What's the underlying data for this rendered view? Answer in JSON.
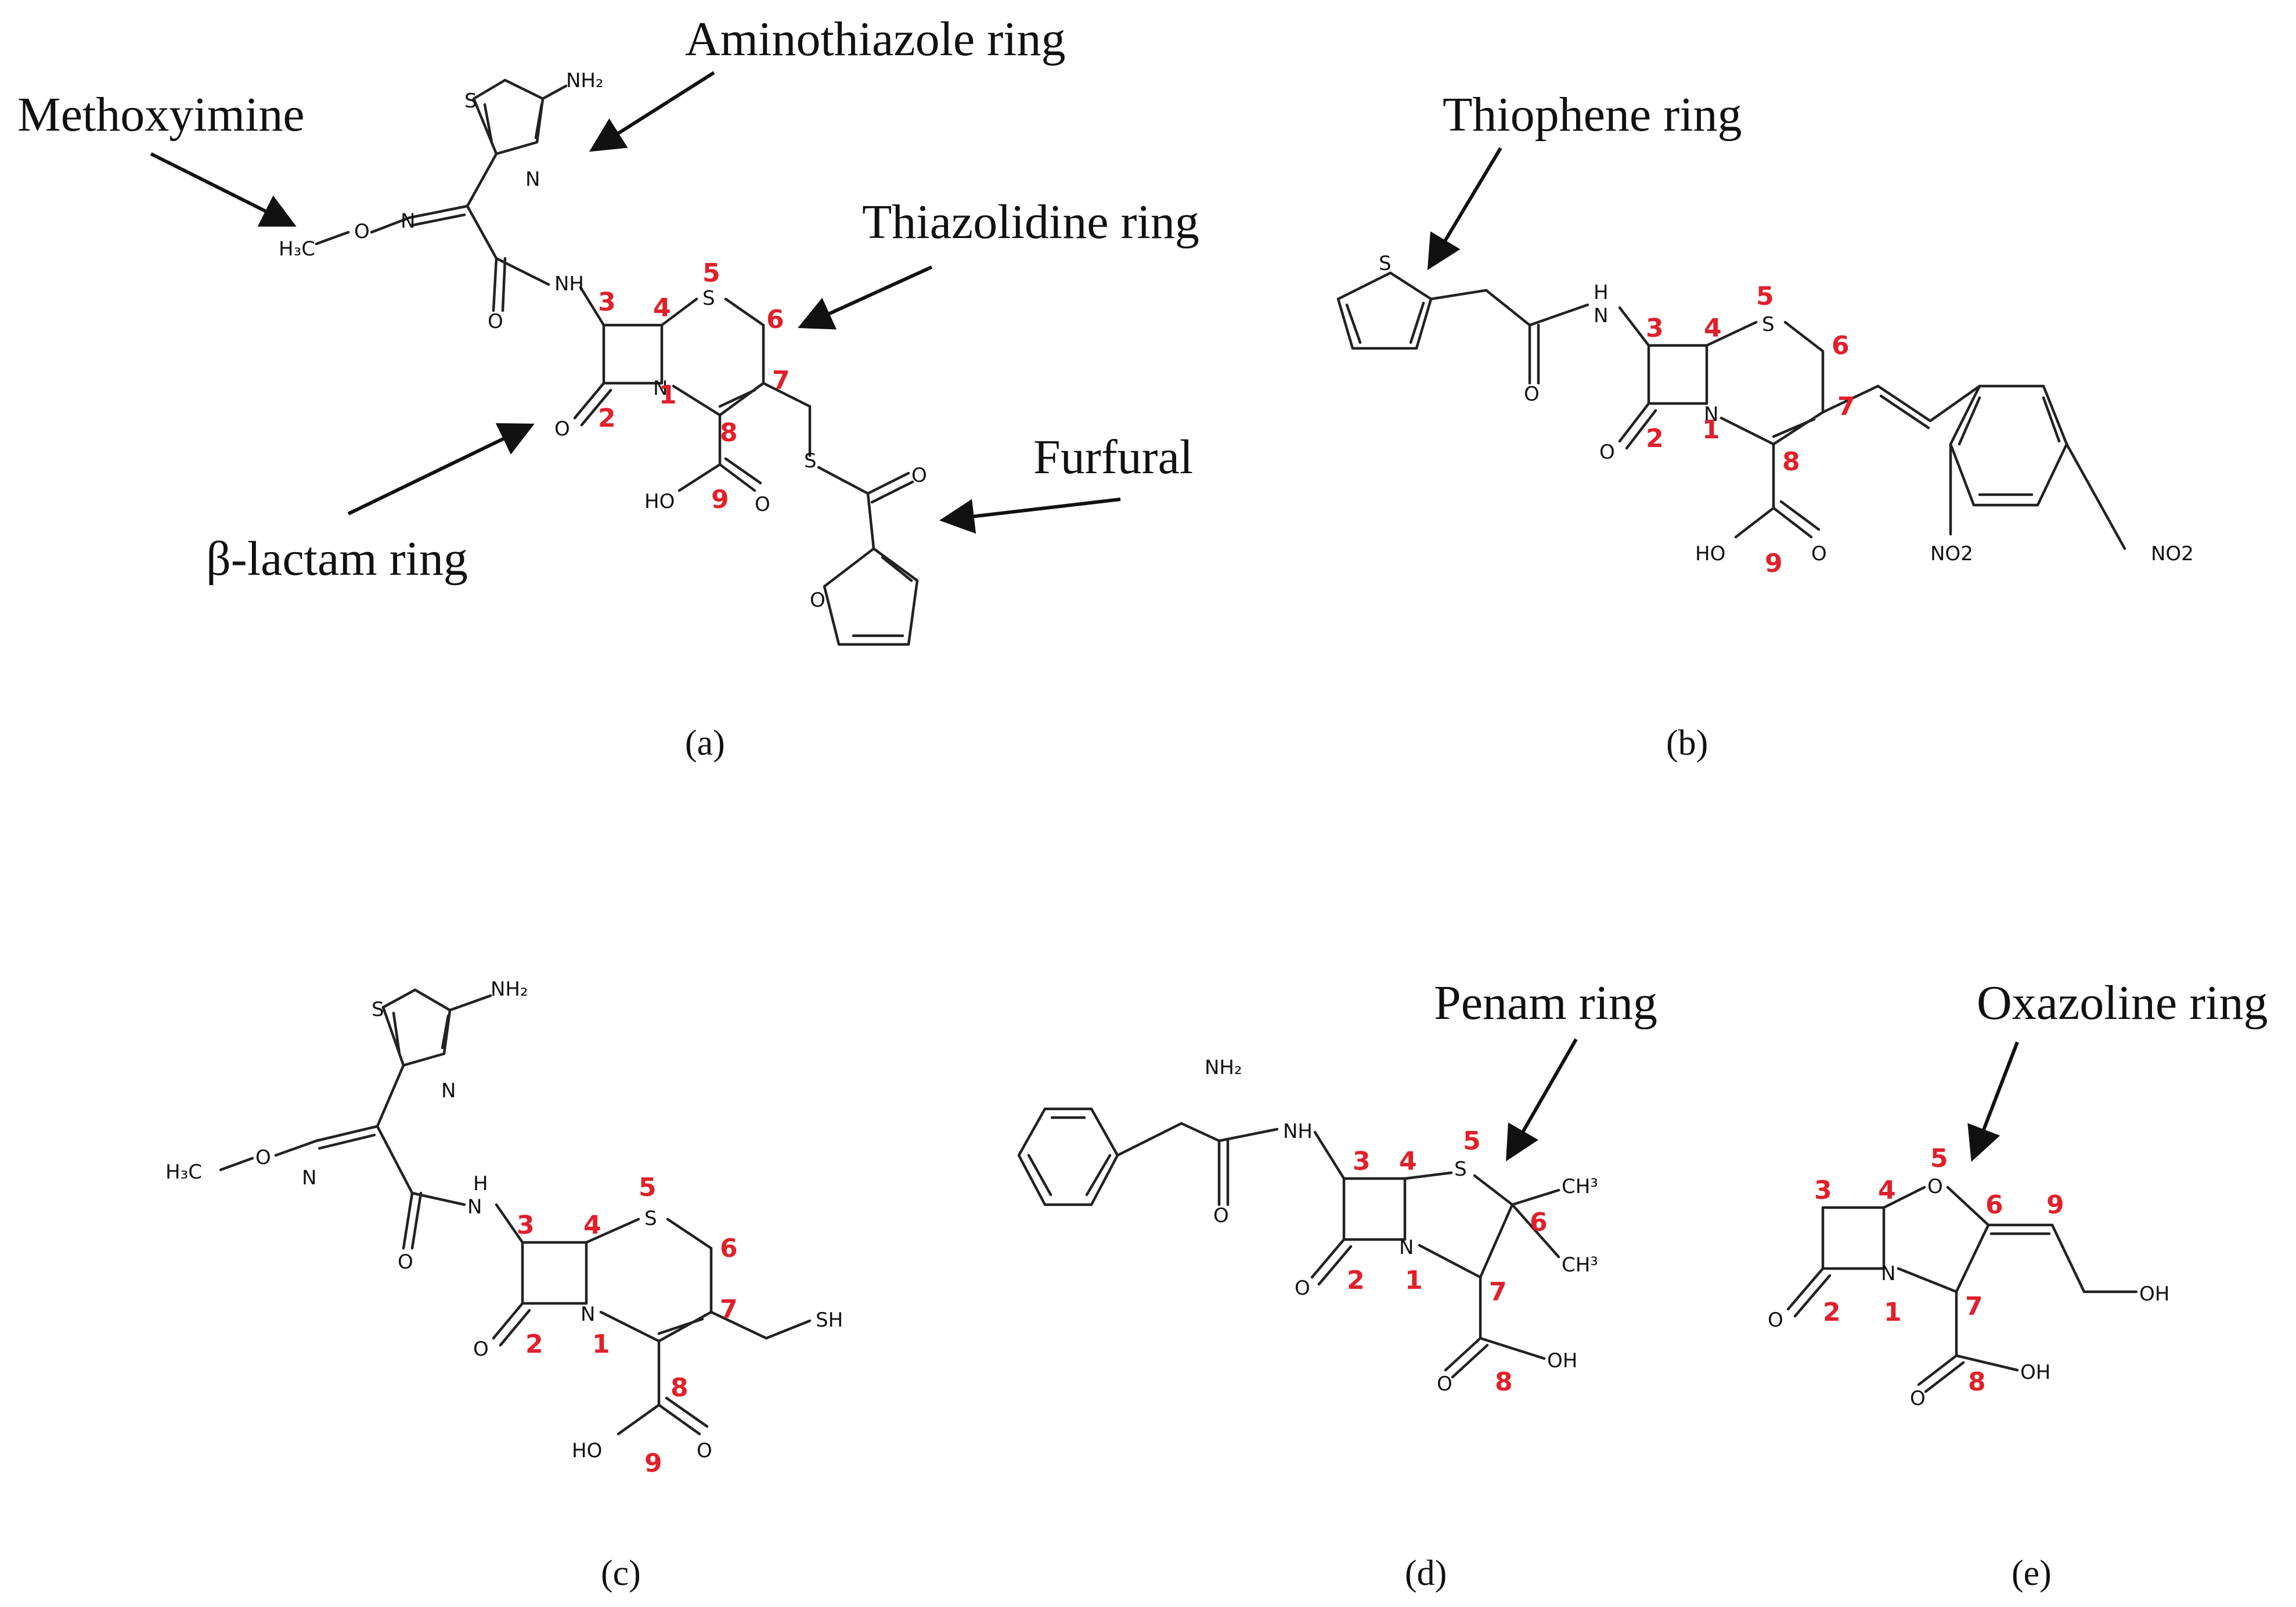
{
  "panels": {
    "a": {
      "label": "(a)",
      "callouts": {
        "aminothiazole": "Aminothiazole ring",
        "methoxyimine": "Methoxyimine",
        "thiazolidine": "Thiazolidine ring",
        "furfural": "Furfural",
        "beta_lactam": "β-lactam ring"
      },
      "atoms": {
        "S_ring": "S",
        "NH2": "NH₂",
        "N_ring": "N",
        "H3C": "H₃C",
        "O_ether": "O",
        "N_imine": "N",
        "O_amide": "O",
        "NH": "NH",
        "S5": "S",
        "N1": "N",
        "O_lactam": "O",
        "HO": "HO",
        "O_acid": "O",
        "S_thio": "S",
        "O_thioester": "O",
        "O_furan": "O"
      },
      "numbers": [
        "1",
        "2",
        "3",
        "4",
        "5",
        "6",
        "7",
        "8",
        "9"
      ]
    },
    "b": {
      "label": "(b)",
      "callouts": {
        "thiophene": "Thiophene ring"
      },
      "atoms": {
        "S_thio": "S",
        "H": "H",
        "N_amide": "N",
        "O_amide": "O",
        "S5": "S",
        "N1": "N",
        "O_lactam": "O",
        "HO": "HO",
        "O_acid": "O",
        "NO2_a": "NO2",
        "NO2_b": "NO2"
      },
      "numbers": [
        "1",
        "2",
        "3",
        "4",
        "5",
        "6",
        "7",
        "8",
        "9"
      ]
    },
    "c": {
      "label": "(c)",
      "atoms": {
        "S_ring": "S",
        "NH2": "NH₂",
        "N_ring": "N",
        "H3C": "H₃C",
        "O_ether": "O",
        "N_imine": "N",
        "H": "H",
        "N_amide": "N",
        "O_amide": "O",
        "S5": "S",
        "N1": "N",
        "O_lactam": "O",
        "SH": "SH",
        "HO": "HO",
        "O_acid": "O"
      },
      "numbers": [
        "1",
        "2",
        "3",
        "4",
        "5",
        "6",
        "7",
        "8",
        "9"
      ]
    },
    "d": {
      "label": "(d)",
      "callouts": {
        "penam": "Penam ring"
      },
      "atoms": {
        "NH2": "NH₂",
        "NH": "NH",
        "O_amide": "O",
        "S5": "S",
        "CH3_a": "CH³",
        "CH3_b": "CH³",
        "N1": "N",
        "O_lactam": "O",
        "O_acid": "O",
        "OH": "OH"
      },
      "numbers": [
        "1",
        "2",
        "3",
        "4",
        "5",
        "6",
        "7",
        "8"
      ]
    },
    "e": {
      "label": "(e)",
      "callouts": {
        "oxazoline": "Oxazoline ring"
      },
      "atoms": {
        "O5": "O",
        "N1": "N",
        "O_lactam": "O",
        "OH_chain": "OH",
        "O_acid": "O",
        "OH_acid": "OH"
      },
      "numbers": [
        "1",
        "2",
        "3",
        "4",
        "5",
        "6",
        "7",
        "8",
        "9"
      ]
    }
  }
}
